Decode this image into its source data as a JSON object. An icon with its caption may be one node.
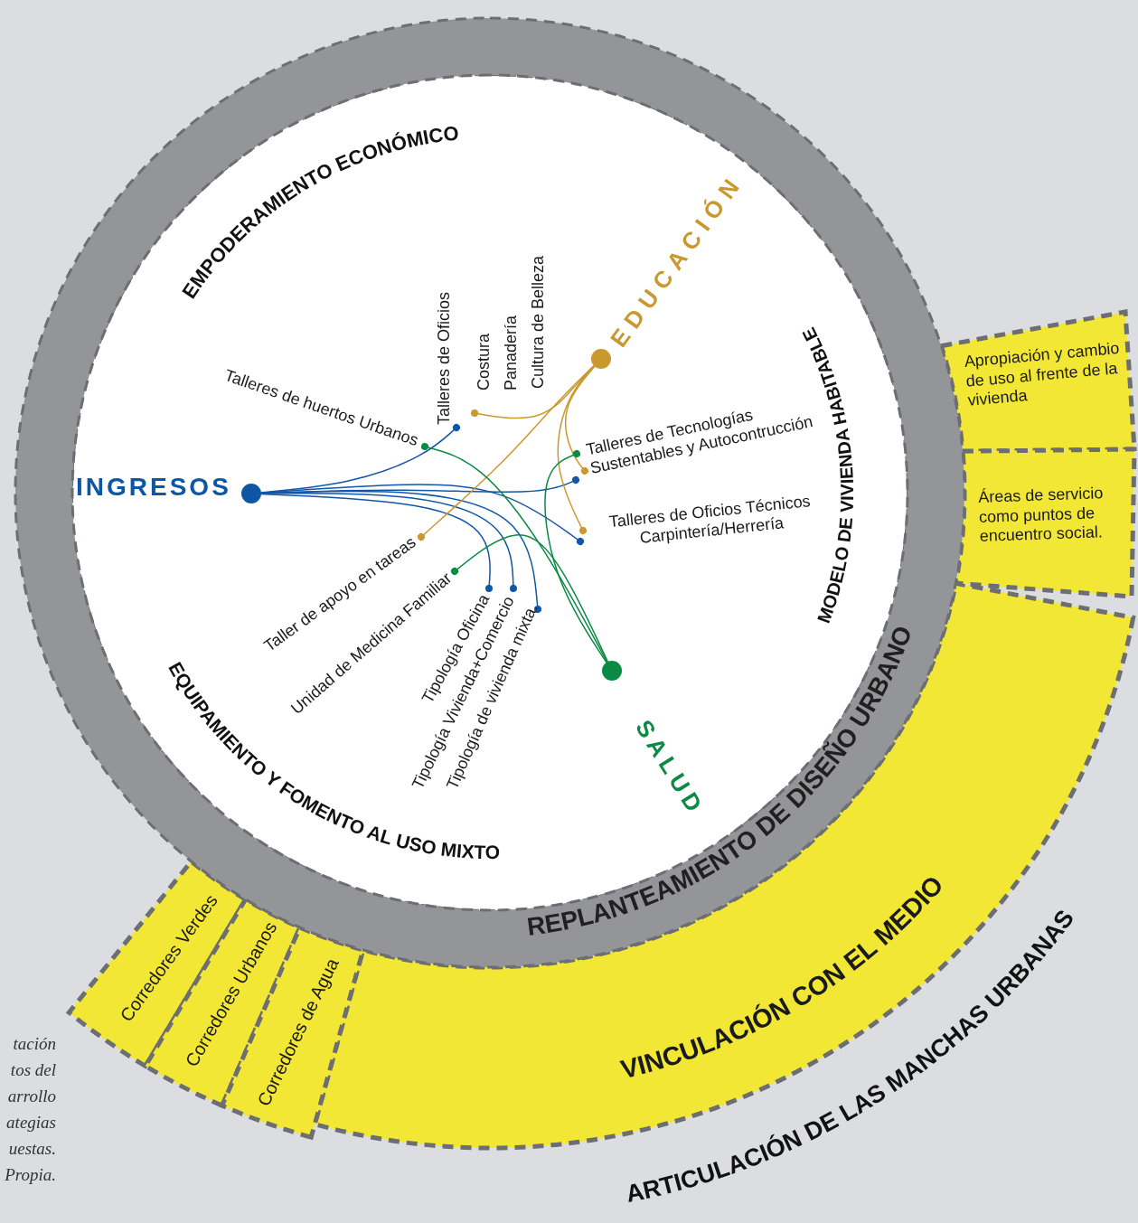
{
  "diagram": {
    "caption": "tación tos del arrollo ategias uestas. Propia.",
    "nodes": [
      {
        "text": [
          "REPLANTEAMIENTO DE DISEÑO URBANO"
        ]
      },
      {
        "text": [
          "VINCULACIÓN CON EL MEDIO"
        ]
      },
      {
        "text": [
          "Apropiación y cambio de uso al frente de la vivienda"
        ]
      },
      {
        "text": [
          "Áreas de servicio como puntos de encuentro social."
        ]
      },
      {
        "text": [
          "Corredores Verdes"
        ]
      },
      {
        "text": [
          "Corredores Urbanos"
        ]
      },
      {
        "text": [
          "Corredores de Agua"
        ]
      },
      {
        "text": [
          "INGRESOS"
        ],
        "in": 0
      },
      {
        "text": [
          "EDUCACIÓN"
        ],
        "in": 0
      },
      {
        "text": [
          "SALUD"
        ],
        "in": 0
      },
      {
        "text": [
          "Talleres de huertos Urbanos"
        ],
        "in": 0
      },
      {
        "text": [
          "Talleres de Oficios"
        ],
        "in": 0
      },
      {
        "text": [
          "Costura",
          "Panadería",
          "Cultura de Belleza"
        ],
        "in": 0
      },
      {
        "text": [
          "Talleres de Tecnologías Sustentables y Autocontrucción"
        ],
        "in": 0
      },
      {
        "text": [
          "Talleres de Oficios Técnicos Carpintería/Herrería"
        ],
        "in": 0
      },
      {
        "text": [
          "Taller de apoyo en tareas"
        ],
        "in": 0
      },
      {
        "text": [
          "Unidad de Medicina Familiar"
        ],
        "in": 0
      },
      {
        "text": [
          "Tipología Oficina"
        ],
        "in": 0
      },
      {
        "text": [
          "Tipología Vivienda+Comercio"
        ],
        "in": 0
      },
      {
        "text": [
          "Tipología de vivienda mixta."
        ],
        "in": 0
      }
    ],
    "edges": [
      {
        "from": 7,
        "to": 11,
        "arrow": "other"
      },
      {
        "from": 7,
        "to": 13,
        "arrow": "other"
      },
      {
        "from": 7,
        "to": 14,
        "arrow": "other"
      },
      {
        "from": 7,
        "to": 17,
        "arrow": "other"
      },
      {
        "from": 7,
        "to": 18,
        "arrow": "other"
      },
      {
        "from": 7,
        "to": 19,
        "arrow": "other"
      },
      {
        "from": 8,
        "to": 12,
        "arrow": "other",
        "color": "#c9992f"
      },
      {
        "from": 8,
        "to": 15,
        "arrow": "other",
        "color": "#c9992f"
      },
      {
        "from": 8,
        "to": 13,
        "arrow": "other",
        "color": "#c9992f"
      },
      {
        "from": 8,
        "to": 14,
        "arrow": "other",
        "color": "#c9992f"
      },
      {
        "from": 9,
        "to": 10,
        "arrow": "other",
        "color": "#0a8a43"
      },
      {
        "from": 9,
        "to": 13,
        "arrow": "other",
        "color": "#0a8a43"
      },
      {
        "from": 9,
        "to": 16,
        "arrow": "other",
        "color": "#0a8a43"
      }
    ],
    "labels": [
      "EMPODERAMIENTO ECONÓMICO",
      "MODELO DE VIVIENDA HABITABLE",
      "EQUIPAMIENTO Y FOMENTO AL USO MIXTO",
      "ARTICULACIÓN DE LAS MANCHAS URBANAS"
    ]
  }
}
